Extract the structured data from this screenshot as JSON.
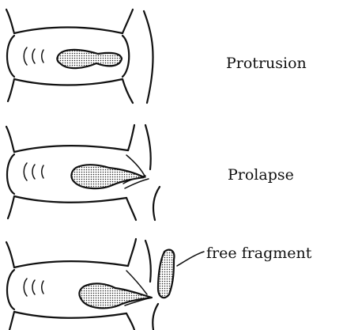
{
  "labels": {
    "protrusion": "Protrusion",
    "prolapse": "Prolapse",
    "free_fragment": "free fragment"
  }
}
